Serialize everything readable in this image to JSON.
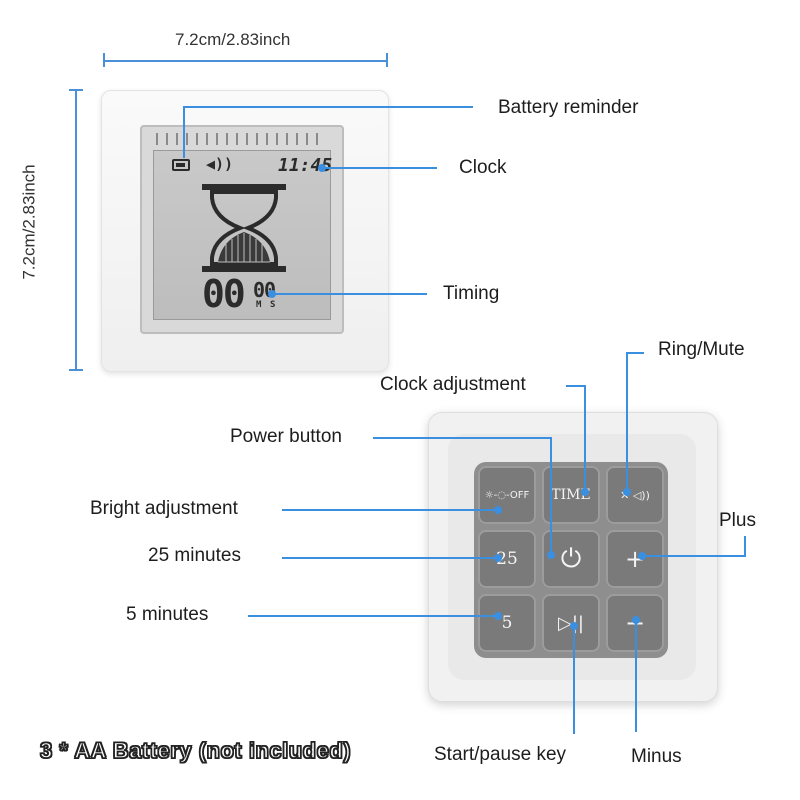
{
  "dimensions": {
    "width_label": "7.2cm/2.83inch",
    "height_label": "7.2cm/2.83inch"
  },
  "display": {
    "clock_time": "11:45",
    "timer_minutes": "00",
    "timer_seconds": "00",
    "unit_m": "M",
    "unit_s": "S"
  },
  "callouts": {
    "battery_reminder": "Battery reminder",
    "clock": "Clock",
    "timing": "Timing",
    "ring_mute": "Ring/Mute",
    "clock_adjustment": "Clock adjustment",
    "power_button": "Power button",
    "bright_adjustment": "Bright adjustment",
    "plus": "Plus",
    "minutes_25": "25 minutes",
    "minutes_5": "5 minutes",
    "start_pause": "Start/pause key",
    "minus": "Minus"
  },
  "keys": {
    "bright": "☼-◌-OFF",
    "time": "TIME",
    "mute": "✕  ◁))",
    "k25": "25",
    "power": "⏻",
    "plus": "+",
    "k5": "5",
    "play_pause": "▷||",
    "minus": "−"
  },
  "note": "3 * AA Battery (not included)",
  "colors": {
    "callout": "#3a8fe0",
    "keypad": "#7a7a7a"
  }
}
